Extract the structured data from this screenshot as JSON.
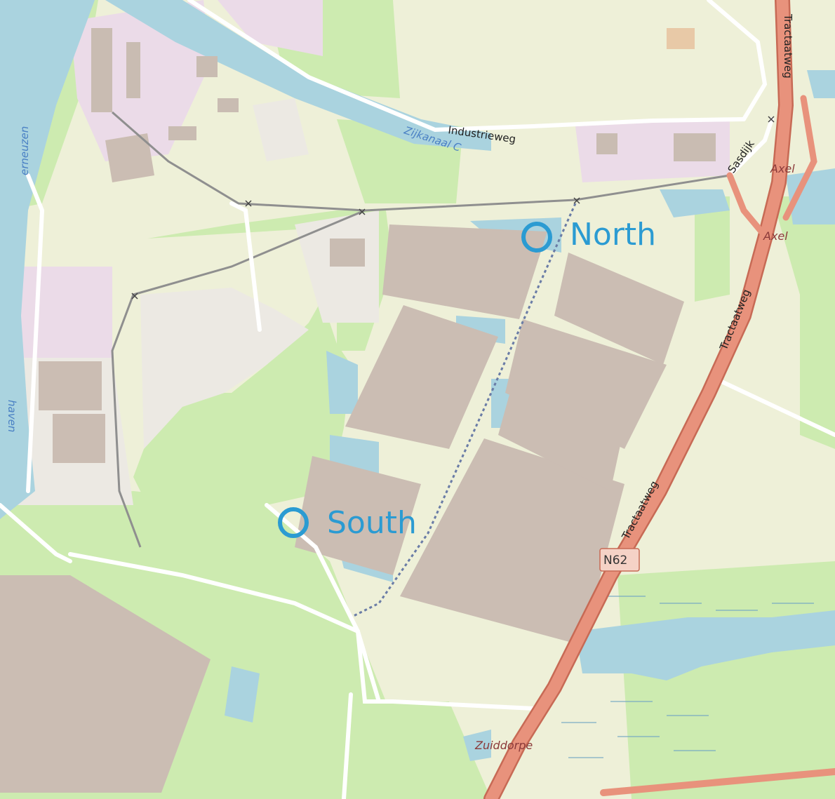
{
  "map": {
    "colors": {
      "background": "#eef0d8",
      "grass": "#cdebb0",
      "water": "#aad3df",
      "building_area": "#d6ccc4",
      "building": "#c8bab0",
      "industrial": "#ebdbe8",
      "residential": "#e0dfdf",
      "motorway": "#e8927c",
      "road": "#ffffff",
      "marker": "#2b9bd2",
      "rail": "#888888"
    },
    "labels": {
      "industrieweg": "Industrieweg",
      "zijkanaal": "Zijkanaal C",
      "sasdijk": "Sasdijk",
      "tractaatweg_1": "Tractaatweg",
      "tractaatweg_2": "Tractaatweg",
      "tractaatweg_3": "Tractaatweg",
      "axel_1": "Axel",
      "axel_2": "Axel",
      "zuiddorpe": "Zuiddorpe",
      "terneuzen_1": "erneuzen",
      "terneuzen_2": "haven",
      "n62": "N62"
    },
    "markers": [
      {
        "label": "North"
      },
      {
        "label": "South"
      }
    ]
  }
}
